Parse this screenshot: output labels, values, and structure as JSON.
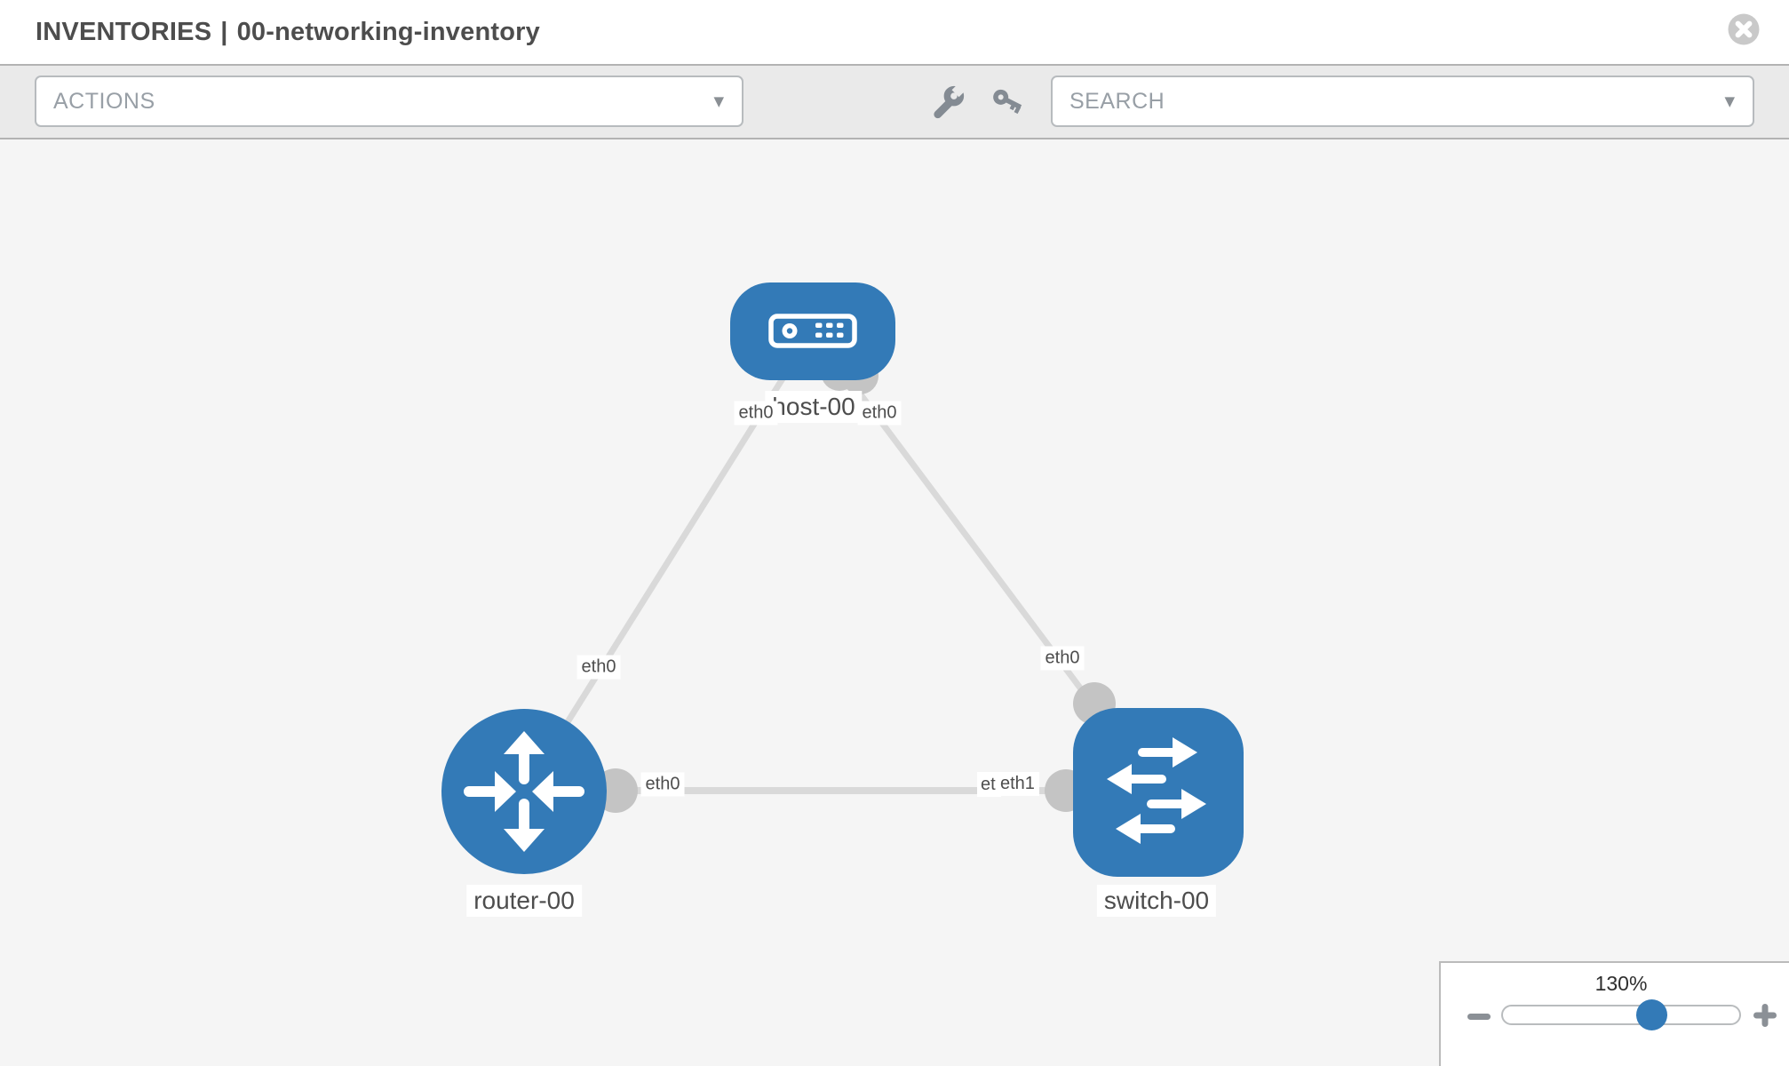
{
  "header": {
    "section": "INVENTORIES",
    "separator": "|",
    "inventory_name": "00-networking-inventory"
  },
  "toolbar": {
    "actions_dropdown": {
      "label": "ACTIONS",
      "caret": "▼"
    },
    "search_dropdown": {
      "label": "SEARCH",
      "caret": "▼"
    },
    "tool_icons": [
      "wrench-icon",
      "key-icon"
    ]
  },
  "topology": {
    "nodes": [
      {
        "id": "host-00",
        "label": "host-00",
        "type": "host",
        "shape": "rounded-rect",
        "icon": "server-icon"
      },
      {
        "id": "router-00",
        "label": "router-00",
        "type": "router",
        "shape": "circle",
        "icon": "router-arrows-icon"
      },
      {
        "id": "switch-00",
        "label": "switch-00",
        "type": "switch",
        "shape": "rounded-square",
        "icon": "switch-arrows-icon"
      }
    ],
    "links": [
      {
        "from": "host-00",
        "to": "router-00",
        "from_interface": "eth0",
        "to_interface": "eth0"
      },
      {
        "from": "host-00",
        "to": "switch-00",
        "from_interface": "eth0",
        "to_interface": "eth0"
      },
      {
        "from": "router-00",
        "to": "switch-00",
        "from_interface": "eth0",
        "to_interface": "eth1"
      }
    ],
    "overlapped_interface_label": "eth0"
  },
  "zoom_control": {
    "level": "130%",
    "percent": 64,
    "minus_icon": "minus-icon",
    "plus_icon": "plus-icon"
  },
  "colors": {
    "node_blue": "#337ab7",
    "canvas_bg": "#f5f5f5",
    "toolbar_bg": "#eaeaea",
    "link_gray": "#d9d9d9",
    "interface_circle_gray": "#c4c4c4",
    "label_text": "#4d4d4d",
    "icon_gray": "#848b93",
    "close_circle_gray": "#c9c9c9"
  }
}
